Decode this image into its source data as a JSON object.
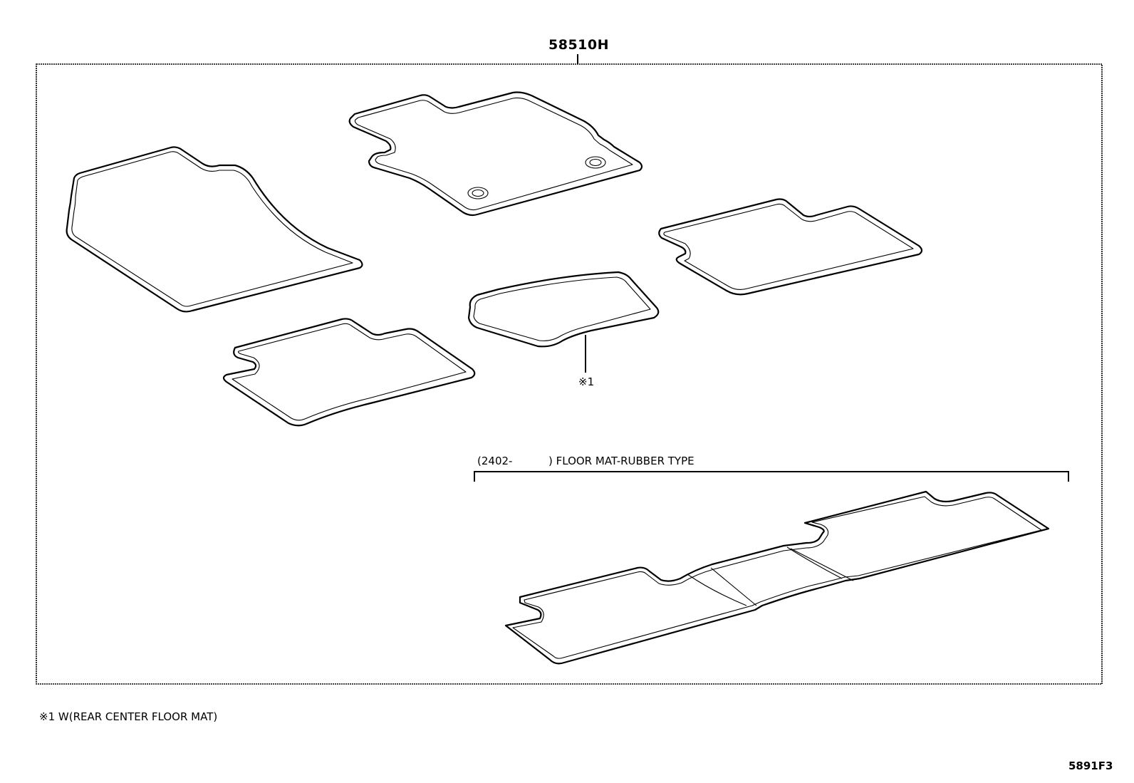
{
  "main_part": {
    "number": "58510H"
  },
  "callouts": [
    {
      "id": "note1-marker",
      "text": "※1"
    }
  ],
  "rubber_group": {
    "code": "(2402-",
    "label": ") FLOOR MAT-RUBBER TYPE"
  },
  "footnote": {
    "text": "※1 W(REAR CENTER FLOOR MAT)"
  },
  "illustration_code": "5891F3"
}
